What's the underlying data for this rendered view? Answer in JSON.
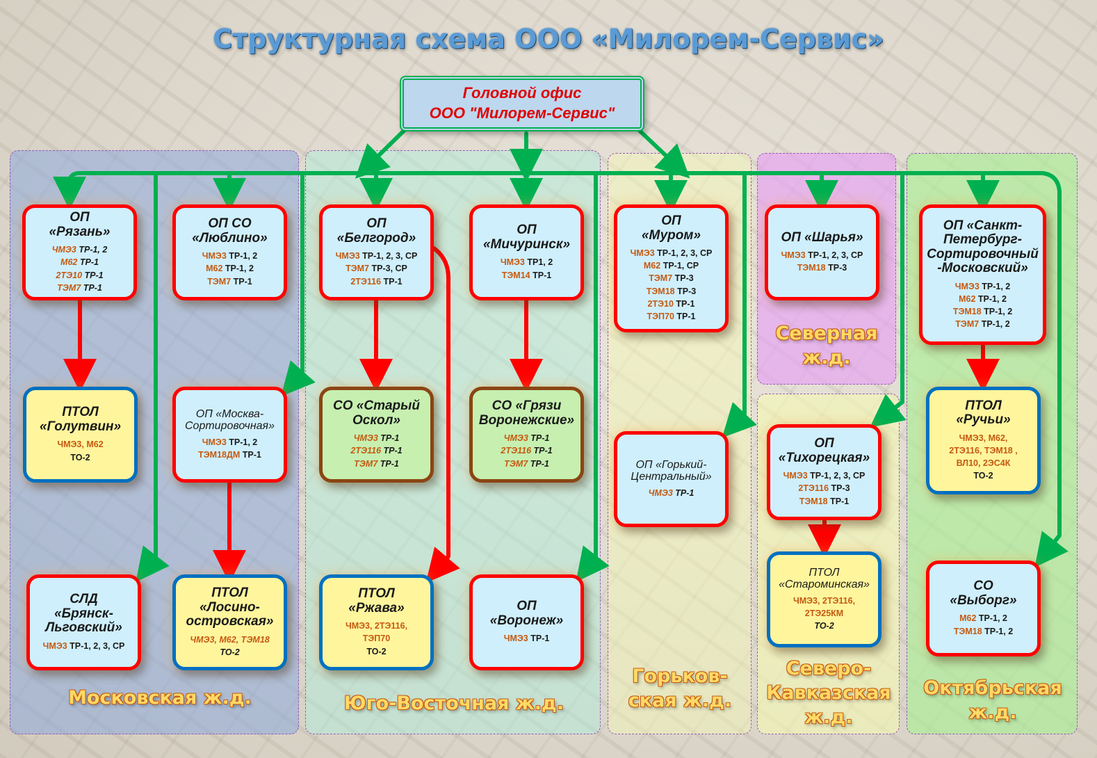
{
  "title": "Структурная схема ООО «Милорем-Сервис»",
  "head_office": {
    "line1": "Головной офис",
    "line2": "ООО \"Милорем-Сервис\""
  },
  "regions": {
    "moscow": "Московская ж.д.",
    "southeast": "Юго-Восточная ж.д.",
    "gorky": "Горьков-\nская ж.д.",
    "northern": "Северная\nж.д.",
    "north_caucasus": "Северо-\nКавказская\nж.д.",
    "october": "Октябрьская\nж.д."
  },
  "colors": {
    "green_line": "#00b050",
    "red_line": "#ff0000",
    "op_border": "#ff0000",
    "ptol_border": "#0070c0",
    "so_border": "#8b4513",
    "loco_text": "#c55a11",
    "region_label": "#ffd966"
  },
  "nodes": {
    "ryazan": {
      "name": "ОП\n«Рязань»",
      "lines": [
        {
          "loco": "ЧМЭ3",
          "work": "ТР-1, 2"
        },
        {
          "loco": "М62",
          "work": "ТР-1"
        },
        {
          "loco": "2ТЭ10",
          "work": "ТР-1"
        },
        {
          "loco": "ТЭМ7",
          "work": "ТР-1"
        }
      ]
    },
    "lyublino": {
      "name": "ОП СО\n«Люблино»",
      "lines": [
        {
          "loco": "ЧМЭ3",
          "work": "ТР-1, 2"
        },
        {
          "loco": "М62",
          "work": "ТР-1, 2"
        },
        {
          "loco": "ТЭМ7",
          "work": "ТР-1"
        }
      ]
    },
    "belgorod": {
      "name": "ОП\n«Белгород»",
      "lines": [
        {
          "loco": "ЧМЭ3",
          "work": "ТР-1, 2, 3, СР"
        },
        {
          "loco": "ТЭМ7",
          "work": "ТР-3, СР"
        },
        {
          "loco": "2ТЭ116",
          "work": "ТР-1"
        }
      ]
    },
    "michurinsk": {
      "name": "ОП\n«Мичуринск»",
      "lines": [
        {
          "loco": "ЧМЭ3",
          "work": "ТР1, 2"
        },
        {
          "loco": "ТЭМ14",
          "work": "ТР-1"
        }
      ]
    },
    "murom": {
      "name": "ОП\n«Муром»",
      "lines": [
        {
          "loco": "ЧМЭ3",
          "work": "ТР-1, 2, 3, СР"
        },
        {
          "loco": "М62",
          "work": "ТР-1, СР"
        },
        {
          "loco": "ТЭМ7",
          "work": "ТР-3"
        },
        {
          "loco": "ТЭМ18",
          "work": "ТР-3"
        },
        {
          "loco": "2ТЭ10",
          "work": "ТР-1"
        },
        {
          "loco": "ТЭП70",
          "work": "ТР-1"
        }
      ]
    },
    "sharya": {
      "name": "ОП «Шарья»",
      "lines": [
        {
          "loco": "ЧМЭ3",
          "work": "ТР-1, 2, 3, СР"
        },
        {
          "loco": "ТЭМ18",
          "work": "ТР-3"
        }
      ]
    },
    "spb": {
      "name": "ОП «Санкт-\nПетербург-\nСортировочный\n-Московский»",
      "lines": [
        {
          "loco": "ЧМЭ3",
          "work": "ТР-1, 2"
        },
        {
          "loco": "М62",
          "work": "ТР-1, 2"
        },
        {
          "loco": "ТЭМ18",
          "work": "ТР-1, 2"
        },
        {
          "loco": "ТЭМ7",
          "work": "ТР-1, 2"
        }
      ]
    },
    "golutvin": {
      "name": "ПТОЛ\n«Голутвин»",
      "lines": [
        {
          "loco": "ЧМЭ3, М62",
          "work": ""
        }
      ],
      "to": "ТО-2"
    },
    "moskva_sort": {
      "name": "ОП «Москва-\nСортировочная»",
      "lines": [
        {
          "loco": "ЧМЭ3",
          "work": "ТР-1, 2"
        },
        {
          "loco": "ТЭМ18ДМ",
          "work": "ТР-1"
        }
      ]
    },
    "stary_oskol": {
      "name": "СО «Старый\nОскол»",
      "lines": [
        {
          "loco": "ЧМЭ3",
          "work": "ТР-1"
        },
        {
          "loco": "2ТЭ116",
          "work": "ТР-1"
        },
        {
          "loco": "ТЭМ7",
          "work": "ТР-1"
        }
      ]
    },
    "gryazi": {
      "name": "СО «Грязи\nВоронежские»",
      "lines": [
        {
          "loco": "ЧМЭ3",
          "work": "ТР-1"
        },
        {
          "loco": "2ТЭ116",
          "work": "ТР-1"
        },
        {
          "loco": "ТЭМ7",
          "work": "ТР-1"
        }
      ]
    },
    "gorky_central": {
      "name": "ОП «Горький-\nЦентральный»",
      "lines": [
        {
          "loco": "ЧМЭ3",
          "work": "ТР-1"
        }
      ]
    },
    "tikhoretskaya": {
      "name": "ОП\n«Тихорецкая»",
      "lines": [
        {
          "loco": "ЧМЭ3",
          "work": "ТР-1, 2, 3, СР"
        },
        {
          "loco": "2ТЭ116",
          "work": "ТР-3"
        },
        {
          "loco": "ТЭМ18",
          "work": "ТР-1"
        }
      ]
    },
    "ruchyi": {
      "name": "ПТОЛ\n«Ручьи»",
      "lines": [
        {
          "loco": "ЧМЭ3, М62,",
          "work": ""
        },
        {
          "loco": "2ТЭ116, ТЭМ18 ,",
          "work": ""
        },
        {
          "loco": "ВЛ10, 2ЭС4К",
          "work": ""
        }
      ],
      "to": "ТО-2"
    },
    "bryansk": {
      "name": "СЛД\n«Брянск-\nЛьговский»",
      "lines": [
        {
          "loco": "ЧМЭ3",
          "work": "ТР-1, 2, 3, СР"
        }
      ]
    },
    "losino": {
      "name": "ПТОЛ\n«Лосино-\nостровская»",
      "lines": [
        {
          "loco": "ЧМЭ3, М62, ТЭМ18",
          "work": ""
        }
      ],
      "to": "ТО-2"
    },
    "rzhava": {
      "name": "ПТОЛ\n«Ржава»",
      "lines": [
        {
          "loco": "ЧМЭ3, 2ТЭ116,",
          "work": ""
        },
        {
          "loco": "ТЭП70",
          "work": ""
        }
      ],
      "to": "ТО-2"
    },
    "voronezh": {
      "name": "ОП\n«Воронеж»",
      "lines": [
        {
          "loco": "ЧМЭ3",
          "work": "ТР-1"
        }
      ]
    },
    "starominskaya": {
      "name": "ПТОЛ\n«Староминская»",
      "lines": [
        {
          "loco": "ЧМЭ3, 2ТЭ116,",
          "work": ""
        },
        {
          "loco": "2ТЭ25КМ",
          "work": ""
        }
      ],
      "to": "ТО-2"
    },
    "vyborg": {
      "name": "СО\n«Выборг»",
      "lines": [
        {
          "loco": "М62",
          "work": "ТР-1, 2"
        },
        {
          "loco": "ТЭМ18",
          "work": "ТР-1, 2"
        }
      ]
    }
  }
}
